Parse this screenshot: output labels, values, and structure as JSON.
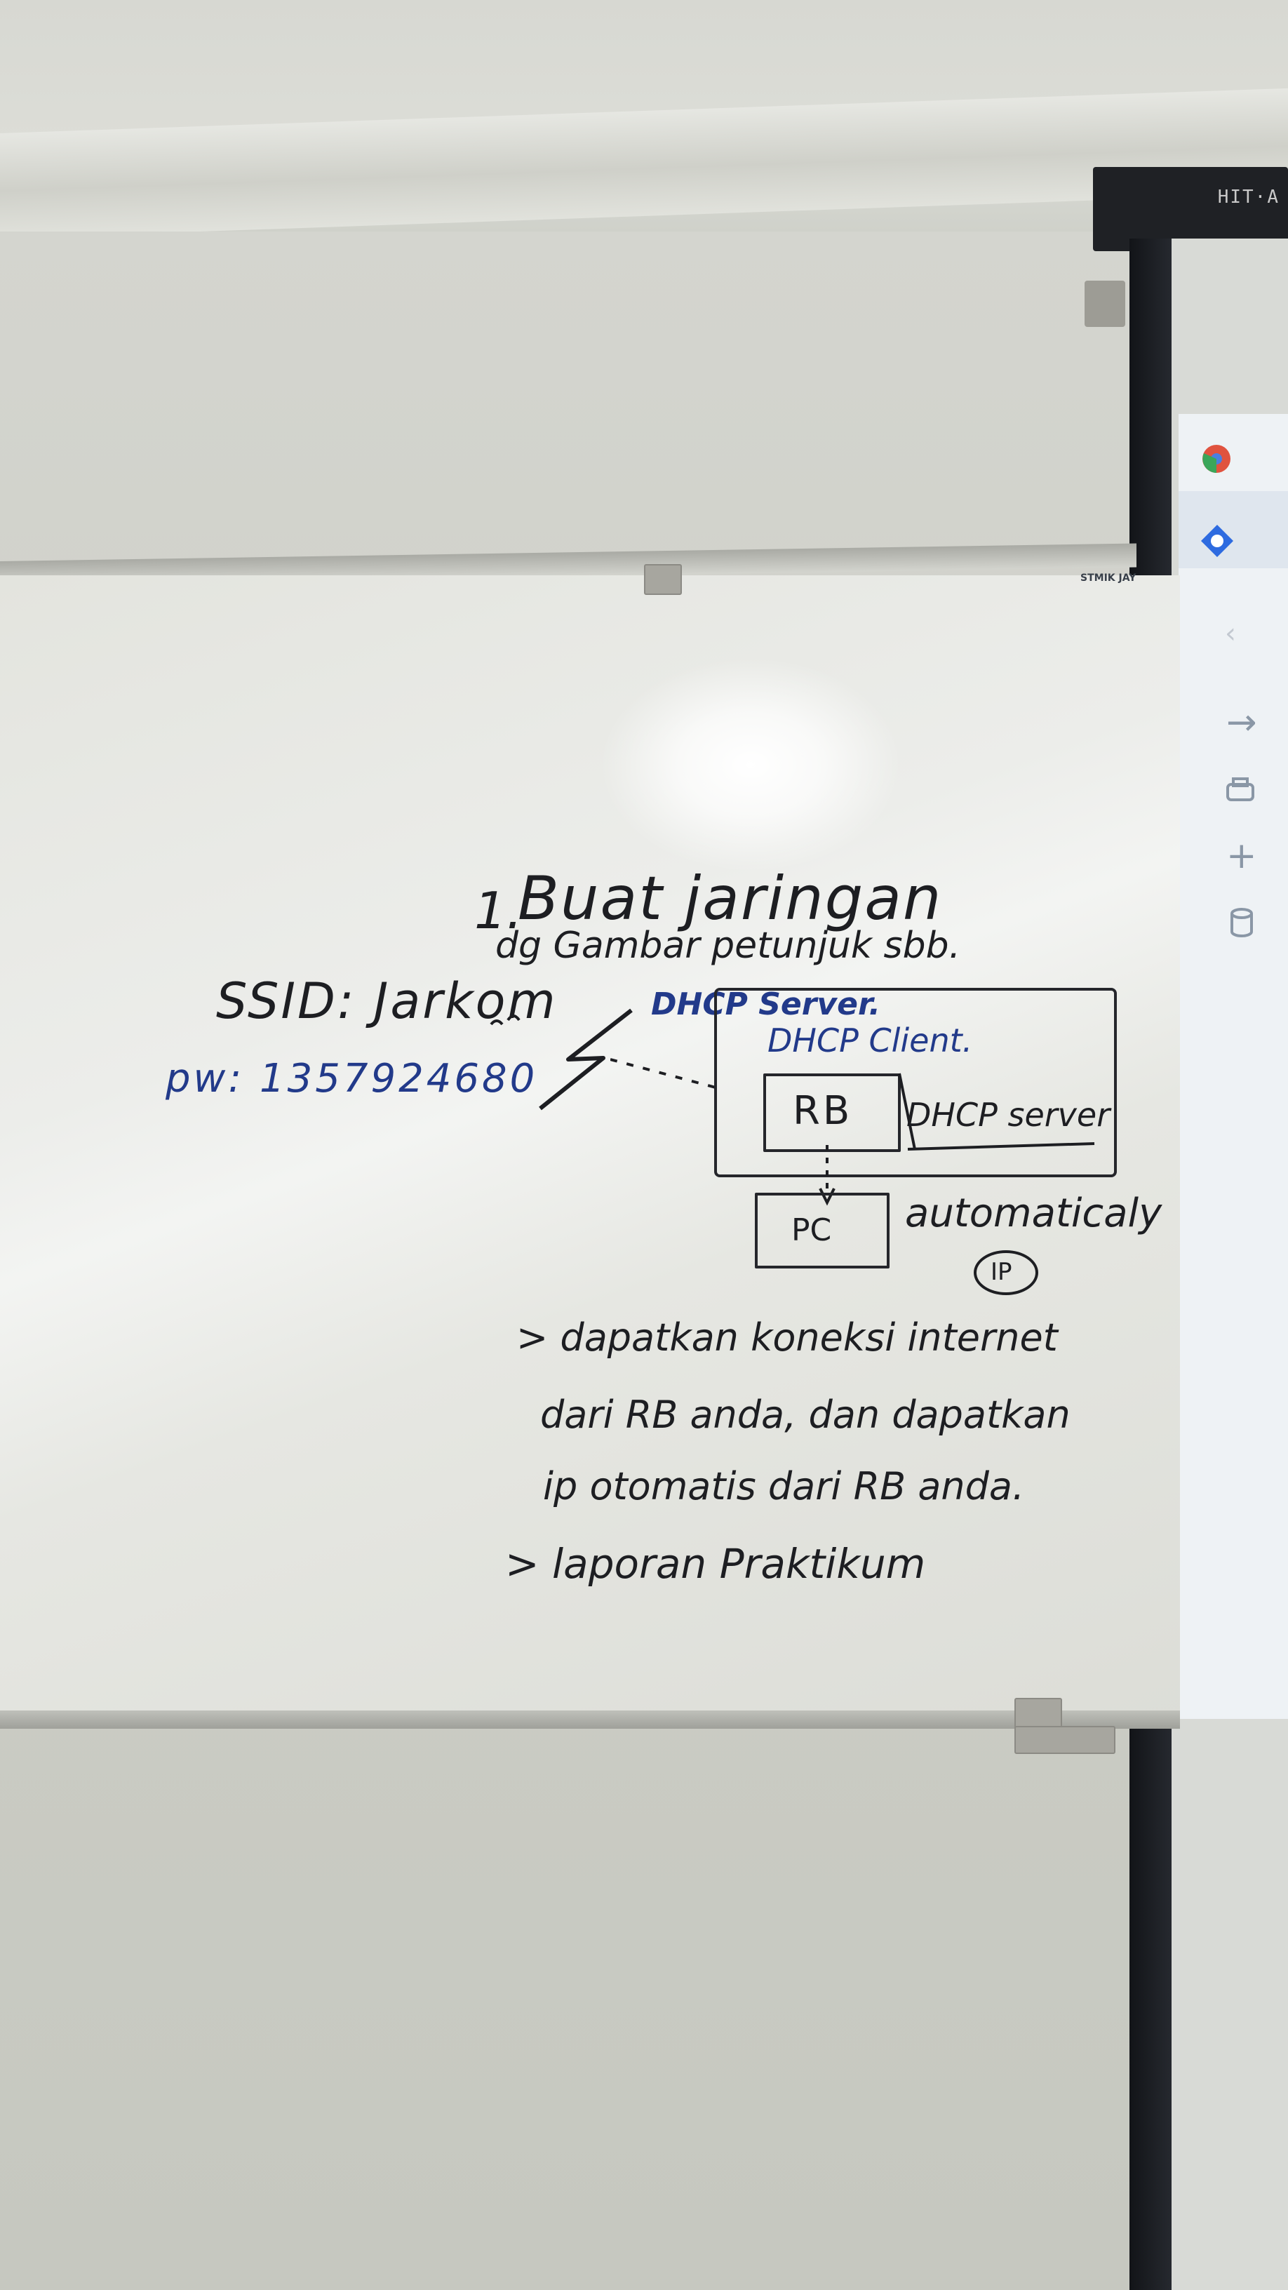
{
  "projector": {
    "label": "HIT·A"
  },
  "board_corner_label": "STMIK JAY",
  "heading": {
    "number": "1.",
    "line1": "Buat jaringan",
    "line2": "dg Gambar petunjuk sbb."
  },
  "wifi": {
    "ssid": "SSID: Jarkom",
    "password": "pw: 1357924680"
  },
  "diagram": {
    "dhcp_server_label": "DHCP Server.",
    "dhcp_client_label": "DHCP Client.",
    "router_label": "RB",
    "router_role": "DHCP server",
    "pc_label": "PC",
    "pc_note": "automaticaly",
    "ip_badge": "IP"
  },
  "tasks": [
    "> dapatkan koneksi internet",
    "dari RB anda, dan dapatkan",
    "ip otomatis dari RB anda.",
    "> laporan Praktikum"
  ],
  "colors": {
    "marker_blue": "#223a8a",
    "marker_black": "#1d1e22"
  },
  "screen_icons": [
    "chrome-icon",
    "app-icon",
    "back-icon",
    "forward-icon",
    "print-icon",
    "add-icon",
    "database-icon"
  ]
}
